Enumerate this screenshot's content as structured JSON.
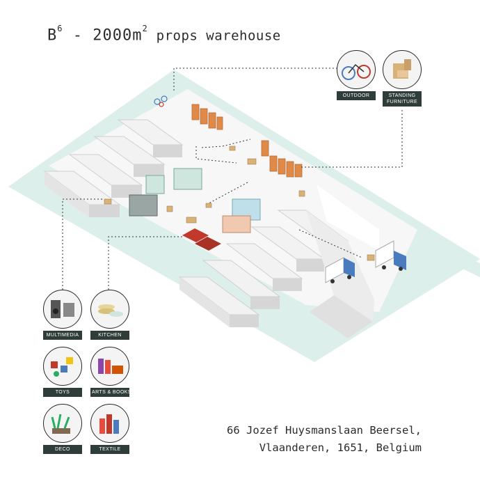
{
  "title": {
    "main": "B",
    "sup1": "6",
    "middle": " - 2000m",
    "sup2": "2",
    "tail": " props warehouse"
  },
  "categories": {
    "outdoor": "OUTDOOR",
    "standing_furniture": [
      "STANDING",
      "FURNITURE"
    ],
    "multimedia": "MULTIMEDIA",
    "kitchen": "KITCHEN",
    "toys": "TOYS",
    "arts_books": "ARTS & BOOKS",
    "deco": "DECO",
    "textile": "TEXTILE"
  },
  "address": {
    "line1": "66 Jozef Huysmanslaan Beersel,",
    "line2": "Vlaanderen, 1651, Belgium"
  },
  "colors": {
    "ground": "#dcefeb",
    "roof": "#f2f2f2",
    "roof_shade": "#d6d6d6",
    "shelf": "#e08a4a",
    "truck": "#4a7bbf",
    "label_bg": "#2f3d3a"
  }
}
